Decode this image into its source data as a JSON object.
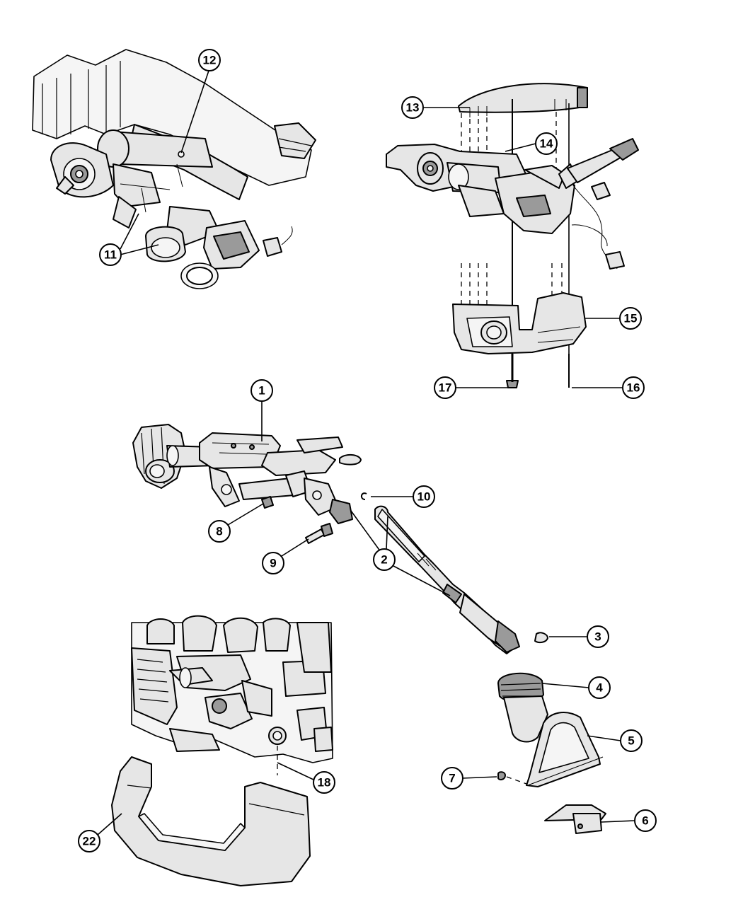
{
  "callouts": {
    "c1": "1",
    "c2": "2",
    "c3": "3",
    "c4": "4",
    "c5": "5",
    "c6": "6",
    "c7": "7",
    "c8": "8",
    "c9": "9",
    "c10": "10",
    "c11": "11",
    "c12": "12",
    "c13": "13",
    "c14": "14",
    "c15": "15",
    "c16": "16",
    "c17": "17",
    "c18": "18",
    "c22": "22"
  }
}
